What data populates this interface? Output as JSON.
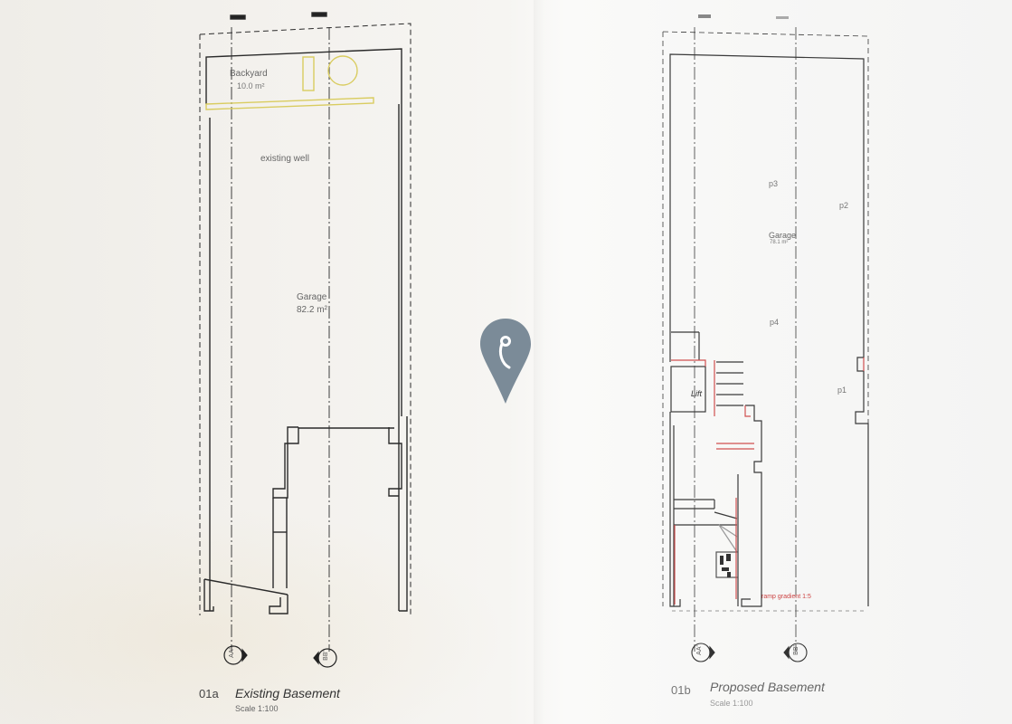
{
  "document": {
    "type": "architectural floor plans",
    "sheets": [
      {
        "id": "01a",
        "title": "Existing Basement",
        "scale": "Scale 1:100",
        "rooms": [
          {
            "name": "Backyard",
            "area": "10.0 m²"
          },
          {
            "name": "existing well",
            "area": ""
          },
          {
            "name": "Garage",
            "area": "82.2 m²"
          }
        ],
        "section_markers": [
          "AA'",
          "BB'"
        ]
      },
      {
        "id": "01b",
        "title": "Proposed Basement",
        "scale": "Scale 1:100",
        "rooms": [
          {
            "name": "Garage",
            "area": "78.1 m²"
          },
          {
            "name": "Lift",
            "area": ""
          }
        ],
        "parking_labels": [
          "p3",
          "p2",
          "p4",
          "p1"
        ],
        "note": "ramp gradient 1:5",
        "section_markers": [
          "AA'",
          "BB'"
        ]
      }
    ]
  },
  "overlay": {
    "icon": "map-pin-icon",
    "color": "#7b8b98"
  },
  "colors": {
    "line": "#2b2b2b",
    "existing_highlight": "#e6d970",
    "proposed_red": "#d05050"
  }
}
